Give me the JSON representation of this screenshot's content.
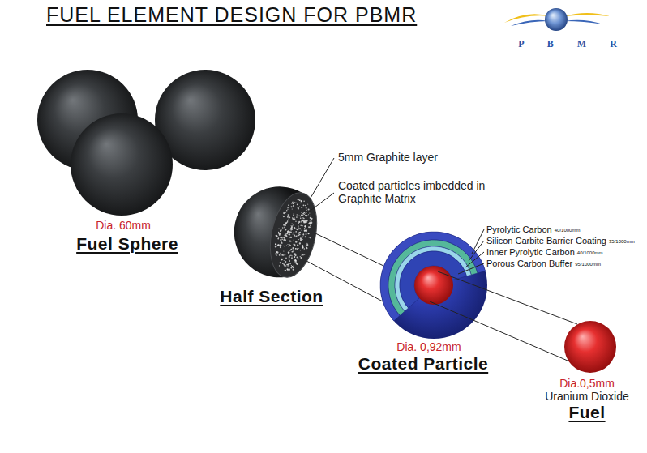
{
  "diagram": {
    "title": "FUEL ELEMENT DESIGN FOR PBMR",
    "labels": [
      "P B M R",
      "Dia. 60mm",
      "Fuel Sphere",
      "5mm Graphite layer",
      "Coated particles imbedded in Graphite Matrix",
      "Half Section",
      "Pyrolytic Carbon",
      "40/1000mm",
      "Silicon Carbite Barrier Coating",
      "35/1000mm",
      "Inner Pyrolytic Carbon",
      "40/1000mm",
      "Porous Carbon Buffer",
      "95/1000mm",
      "Dia. 0,92mm",
      "Coated Particle",
      "Dia.0,5mm",
      "Uranium Dioxide",
      "Fuel"
    ]
  }
}
